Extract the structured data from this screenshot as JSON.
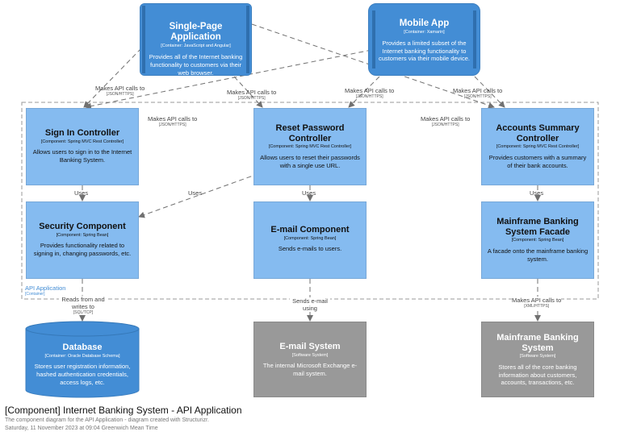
{
  "boxes": {
    "spa": {
      "title": "Single-Page Application",
      "tech": "[Container: JavaScript and Angular]",
      "desc": "Provides all of the Internet banking functionality to customers via their web browser."
    },
    "mobile": {
      "title": "Mobile App",
      "tech": "[Container: Xamarin]",
      "desc": "Provides a limited subset of the Internet banking functionality to customers via their mobile device."
    },
    "signin": {
      "title": "Sign In Controller",
      "tech": "[Component: Spring MVC Rest Controller]",
      "desc": "Allows users to sign in to the Internet Banking System."
    },
    "reset": {
      "title": "Reset Password Controller",
      "tech": "[Component: Spring MVC Rest Controller]",
      "desc": "Allows users to reset their passwords with a single use URL."
    },
    "accounts": {
      "title": "Accounts Summary Controller",
      "tech": "[Component: Spring MVC Rest Controller]",
      "desc": "Provides customers with a summary of their bank accounts."
    },
    "security": {
      "title": "Security Component",
      "tech": "[Component: Spring Bean]",
      "desc": "Provides functionality related to signing in, changing passwords, etc."
    },
    "email": {
      "title": "E-mail Component",
      "tech": "[Component: Spring Bean]",
      "desc": "Sends e-mails to users."
    },
    "facade": {
      "title": "Mainframe Banking System Facade",
      "tech": "[Component: Spring Bean]",
      "desc": "A facade onto the mainframe banking system."
    },
    "database": {
      "title": "Database",
      "tech": "[Container: Oracle Database Schema]",
      "desc": "Stores user registration information, hashed authentication credentials, access logs, etc."
    },
    "emailsys": {
      "title": "E-mail System",
      "tech": "[Software System]",
      "desc": "The internal Microsoft Exchange e-mail system."
    },
    "mainframe": {
      "title": "Mainframe Banking System",
      "tech": "[Software System]",
      "desc": "Stores all of the core banking information about customers, accounts, transactions, etc."
    }
  },
  "relationships": {
    "spa_signin": {
      "label": "Makes API calls to",
      "protocol": "[JSON/HTTPS]"
    },
    "spa_reset": {
      "label": "Makes API calls to",
      "protocol": "[JSON/HTTPS]"
    },
    "spa_accounts": {
      "label": "Makes API calls to",
      "protocol": "[JSON/HTTPS]"
    },
    "mobile_signin": {
      "label": "Makes API calls to",
      "protocol": "[JSON/HTTPS]"
    },
    "mobile_reset": {
      "label": "Makes API calls to",
      "protocol": "[JSON/HTTPS]"
    },
    "mobile_accounts": {
      "label": "Makes API calls to",
      "protocol": "[JSON/HTTPS]"
    },
    "signin_security": {
      "label": "Uses"
    },
    "reset_security": {
      "label": "Uses"
    },
    "reset_email": {
      "label": "Uses"
    },
    "accounts_facade": {
      "label": "Uses"
    },
    "security_database": {
      "label": "Reads from and writes to",
      "protocol": "[SQL/TCP]"
    },
    "email_emailsys": {
      "label": "Sends e-mail using"
    },
    "facade_mainframe": {
      "label": "Makes API calls to",
      "protocol": "[XML/HTTPS]"
    }
  },
  "boundary": {
    "name": "API Application",
    "kind": "[Container]"
  },
  "footer": {
    "title": "[Component] Internet Banking System - API Application",
    "subtitle": "The component diagram for the API Application - diagram created with Structurizr.",
    "timestamp": "Saturday, 11 November 2023 at 09:04 Greenwich Mean Time"
  },
  "colors": {
    "component": "#85BBF0",
    "container": "#438DD5",
    "external_system": "#999999",
    "line": "#707070",
    "boundary": "#9a9a9a"
  }
}
